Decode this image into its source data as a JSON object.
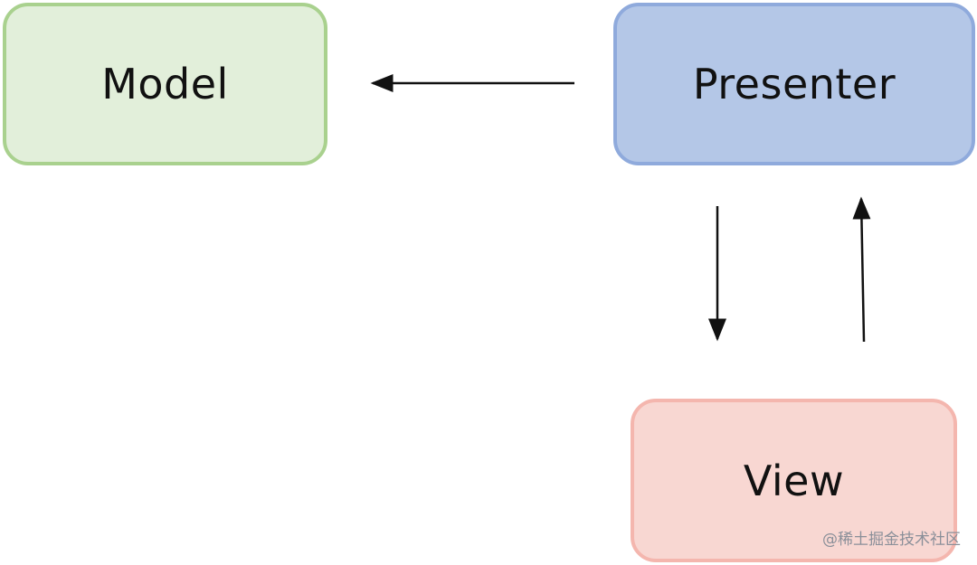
{
  "nodes": {
    "model": {
      "label": "Model"
    },
    "presenter": {
      "label": "Presenter"
    },
    "view": {
      "label": "View"
    }
  },
  "edges": [
    {
      "from": "presenter",
      "to": "model"
    },
    {
      "from": "presenter",
      "to": "view"
    },
    {
      "from": "view",
      "to": "presenter"
    }
  ],
  "watermark": "@稀土掘金技术社区",
  "colors": {
    "model_fill": "#e2efda",
    "model_border": "#a9d18e",
    "presenter_fill": "#b4c7e7",
    "presenter_border": "#8faadc",
    "view_fill": "#f8d7d2",
    "view_border": "#f4b6ae",
    "arrow": "#111111"
  }
}
